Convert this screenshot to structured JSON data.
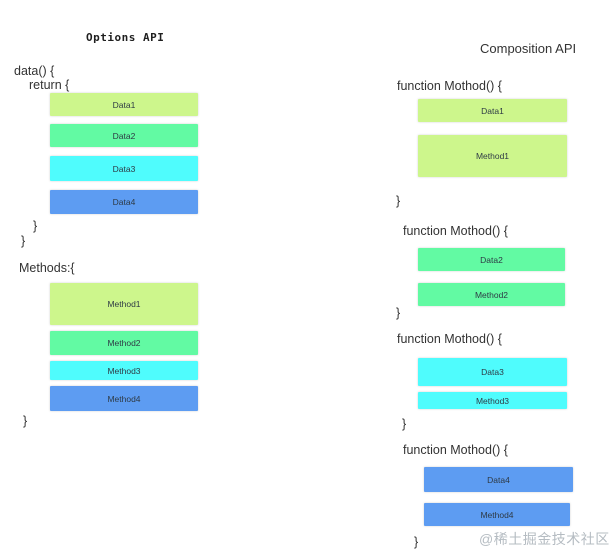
{
  "canvas": {
    "background": "#ffffff"
  },
  "colors": {
    "green_light": "#cdf68c",
    "green": "#62faa3",
    "cyan": "#4ffcfd",
    "blue": "#5d9cf2",
    "text": "#333333",
    "watermark_gray": "#b5bcc2"
  },
  "options_api": {
    "title": "Options API",
    "data_open": "data() {",
    "return_open": "return {",
    "data_boxes": [
      {
        "label": "Data1",
        "color": "#cdf68c"
      },
      {
        "label": "Data2",
        "color": "#62faa3"
      },
      {
        "label": "Data3",
        "color": "#4ffcfd"
      },
      {
        "label": "Data4",
        "color": "#5d9cf2"
      }
    ],
    "return_close": "}",
    "data_close": "}",
    "methods_open": "Methods:{",
    "method_boxes": [
      {
        "label": "Method1",
        "color": "#cdf68c"
      },
      {
        "label": "Method2",
        "color": "#62faa3"
      },
      {
        "label": "Method3",
        "color": "#4ffcfd"
      },
      {
        "label": "Method4",
        "color": "#5d9cf2"
      }
    ],
    "methods_close": "}"
  },
  "composition_api": {
    "title": "Composition API",
    "blocks": [
      {
        "header": "function Mothod() {",
        "boxes": [
          {
            "label": "Data1",
            "color": "#cdf68c"
          },
          {
            "label": "Method1",
            "color": "#cdf68c"
          }
        ],
        "close": "}"
      },
      {
        "header": "function Mothod() {",
        "boxes": [
          {
            "label": "Data2",
            "color": "#62faa3"
          },
          {
            "label": "Method2",
            "color": "#62faa3"
          }
        ],
        "close": "}"
      },
      {
        "header": "function Mothod() {",
        "boxes": [
          {
            "label": "Data3",
            "color": "#4ffcfd"
          },
          {
            "label": "Method3",
            "color": "#4ffcfd"
          }
        ],
        "close": "}"
      },
      {
        "header": "function Mothod() {",
        "boxes": [
          {
            "label": "Data4",
            "color": "#5d9cf2"
          },
          {
            "label": "Method4",
            "color": "#5d9cf2"
          }
        ],
        "close": "}"
      }
    ]
  },
  "watermark": "@稀土掘金技术社区"
}
